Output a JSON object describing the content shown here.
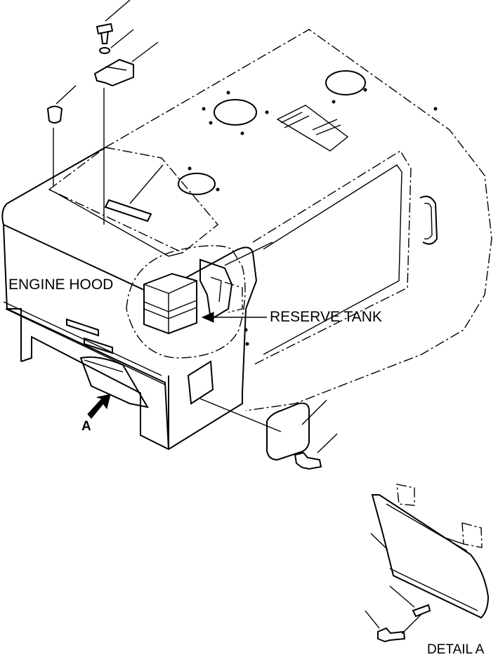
{
  "labels": {
    "engine_hood": "ENGINE HOOD",
    "reserve_tank": "RESERVE TANK",
    "view_arrow": "A",
    "detail": "DETAIL A"
  },
  "colors": {
    "line": "#000000",
    "background": "#ffffff"
  }
}
